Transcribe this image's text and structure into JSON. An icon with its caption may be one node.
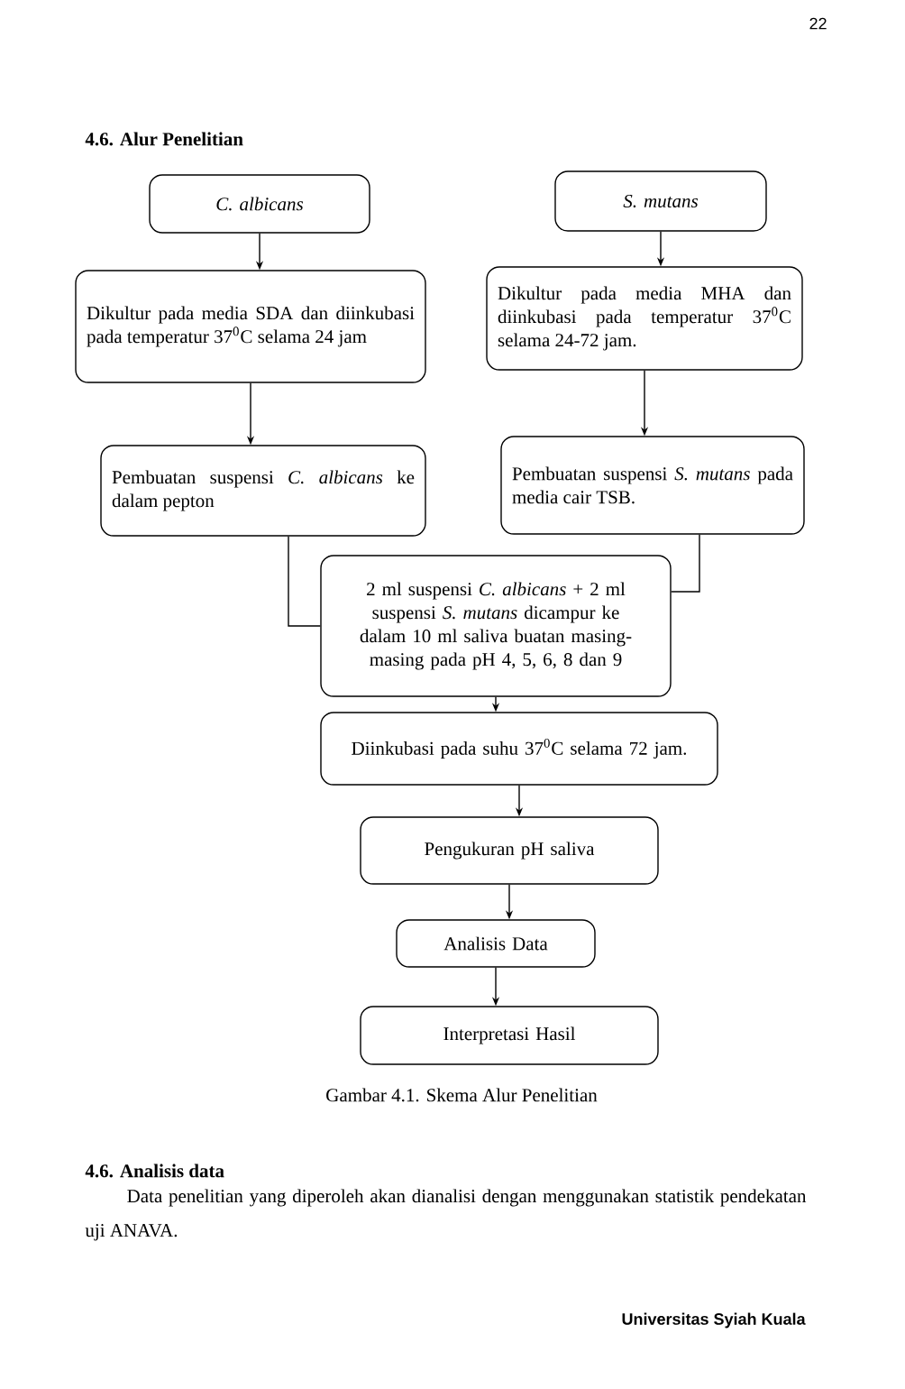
{
  "diagram": {
    "title": "4.6. Alur Penelitian",
    "caption": "Gambar 4.1. Skema Alur Penelitian",
    "nodes": [
      {
        "text": [
          "C. albicans"
        ]
      },
      {
        "text": [
          "S. mutans"
        ]
      },
      {
        "text": [
          "Dikultur pada media SDA dan diinkubasi pada temperatur 37$^{0}$C selama 24 jam"
        ]
      },
      {
        "text": [
          "Dikultur pada media MHA dan diinkubasi pada temperatur 37$^{0}$C selama 24-72 jam."
        ]
      },
      {
        "text": [
          "Pembuatan suspensi *C. albicans* ke dalam pepton"
        ]
      },
      {
        "text": [
          "Pembuatan suspensi *S. mutans* pada media cair TSB."
        ]
      },
      {
        "text": [
          "2 ml suspensi *C. albicans* + 2 ml suspensi *S. mutans* dicampur ke dalam 10 ml saliva buatan masing-masing pada pH 4, 5, 6, 8 dan 9"
        ]
      },
      {
        "text": [
          "Diinkubasi pada suhu 37$^{0}$C selama 72 jam."
        ]
      },
      {
        "text": [
          "Pengukuran pH saliva"
        ]
      },
      {
        "text": [
          "Analisis Data"
        ]
      },
      {
        "text": [
          "Interpretasi Hasil"
        ]
      }
    ],
    "edges": [
      {
        "from": 0,
        "to": 2,
        "arrow": "to"
      },
      {
        "from": 1,
        "to": 3,
        "arrow": "to"
      },
      {
        "from": 2,
        "to": 4,
        "arrow": "to"
      },
      {
        "from": 3,
        "to": 5,
        "arrow": "to"
      },
      {
        "from": 4,
        "to": 6,
        "arrow": "none"
      },
      {
        "from": 5,
        "to": 6,
        "arrow": "none"
      },
      {
        "from": 6,
        "to": 7,
        "arrow": "to"
      },
      {
        "from": 7,
        "to": 8,
        "arrow": "to"
      },
      {
        "from": 8,
        "to": 9,
        "arrow": "to"
      },
      {
        "from": 9,
        "to": 10,
        "arrow": "to"
      }
    ],
    "labels": [
      "22",
      "4.6. Analisis data",
      "Data penelitian yang diperoleh akan dianalisi dengan menggunakan statistik pendekatan uji ANAVA.",
      "Universitas Syiah Kuala"
    ]
  }
}
